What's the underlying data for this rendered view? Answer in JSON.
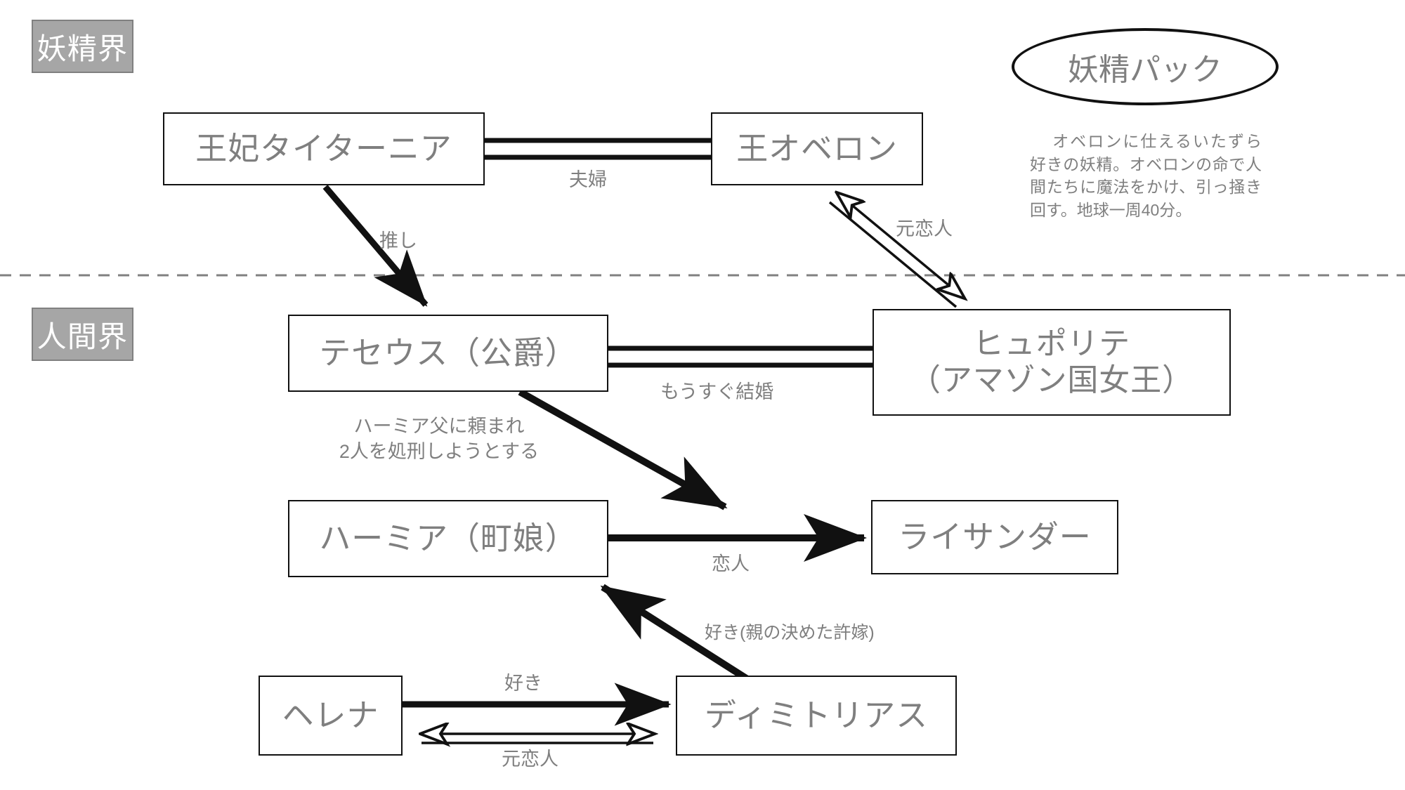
{
  "realms": [
    {
      "id": "fairy",
      "label": "妖精界"
    },
    {
      "id": "human",
      "label": "人間界"
    }
  ],
  "divider": {
    "style": "dashed",
    "color": "#808080"
  },
  "nodes": [
    {
      "id": "titania",
      "label": "王妃タイターニア"
    },
    {
      "id": "oberon",
      "label": "王オベロン"
    },
    {
      "id": "theseus",
      "label": "テセウス（公爵）"
    },
    {
      "id": "hippolyta",
      "label": "ヒュポリテ\n（アマゾン国女王）"
    },
    {
      "id": "hermia",
      "label": "ハーミア（町娘）"
    },
    {
      "id": "lysander",
      "label": "ライサンダー"
    },
    {
      "id": "helena",
      "label": "ヘレナ"
    },
    {
      "id": "demetrius",
      "label": "ディミトリアス"
    }
  ],
  "puck": {
    "name": "妖精パック",
    "description": "オベロンに仕えるいたずら好きの妖精。オベロンの命で人間たちに魔法をかけ、引っ掻き回す。地球一周40分。"
  },
  "edges": [
    {
      "id": "titania-oberon",
      "label": "夫婦",
      "type": "double-line"
    },
    {
      "id": "titania-theseus",
      "label": "推し",
      "type": "solid-arrow"
    },
    {
      "id": "oberon-hippolyta",
      "label": "元恋人",
      "type": "hollow-double-arrow"
    },
    {
      "id": "theseus-hippolyta",
      "label": "もうすぐ結婚",
      "type": "double-line"
    },
    {
      "id": "theseus-lysander",
      "label": "",
      "type": "solid-arrow"
    },
    {
      "id": "hermia-lysander",
      "label": "恋人",
      "type": "solid-double-arrow"
    },
    {
      "id": "demetrius-hermia",
      "label": "好き(親の決めた許嫁)",
      "type": "solid-arrow"
    },
    {
      "id": "helena-demetrius",
      "label": "好き",
      "type": "solid-arrow"
    },
    {
      "id": "helena-demetrius-ex",
      "label": "元恋人",
      "type": "hollow-double-arrow"
    }
  ],
  "notes": [
    {
      "id": "theseus-note",
      "text": "ハーミア父に頼まれ\n2人を処刑しようとする"
    }
  ],
  "colors": {
    "text": "#7f7f7f",
    "stroke": "#111111",
    "badge_bg": "#a6a6a6",
    "badge_text": "#ffffff",
    "divider": "#808080",
    "background": "#ffffff"
  }
}
